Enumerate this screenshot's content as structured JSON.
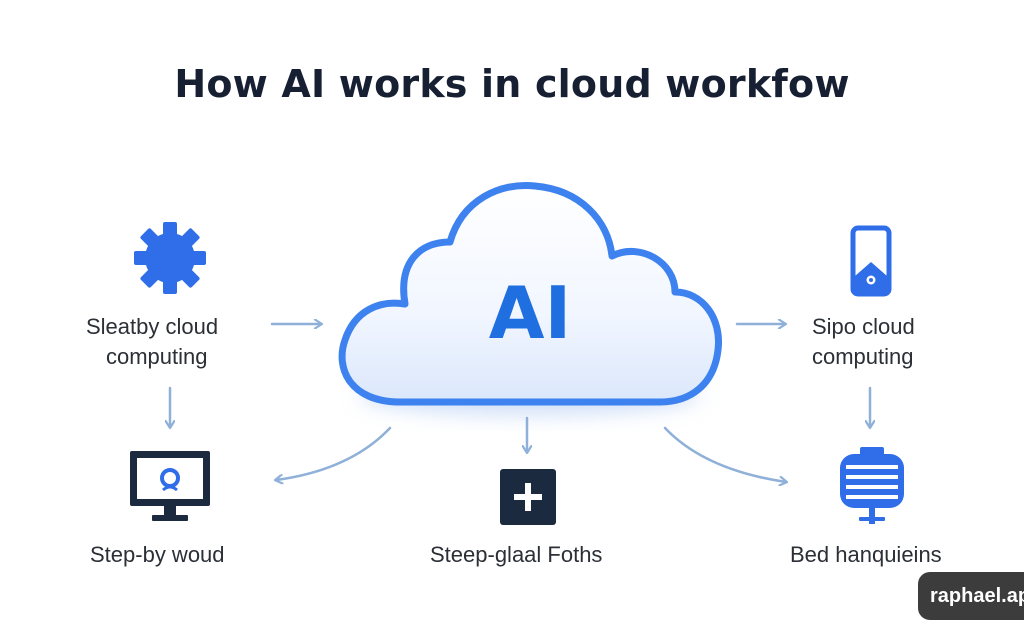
{
  "title": "How AI works in cloud workfow",
  "center": {
    "label": "AI"
  },
  "nodes": {
    "left_top": {
      "label_line1": "Sleatby cloud",
      "label_line2": "computing",
      "icon": "gear-icon"
    },
    "right_top": {
      "label_line1": "Sipo cloud",
      "label_line2": "computing",
      "icon": "mobile-device-icon"
    },
    "bottom_left": {
      "label": "Step-by woud",
      "icon": "monitor-icon"
    },
    "bottom_center": {
      "label": "Steep-glaal Foths",
      "icon": "plus-box-icon"
    },
    "bottom_right": {
      "label": "Bed hanquieins",
      "icon": "server-icon"
    }
  },
  "watermark": "raphael.ap",
  "colors": {
    "accent": "#2f6ee8",
    "cloud_outline": "#3d82ee",
    "arrow": "#8fb0d8",
    "dark_icon": "#1c2a40",
    "title": "#172033"
  }
}
